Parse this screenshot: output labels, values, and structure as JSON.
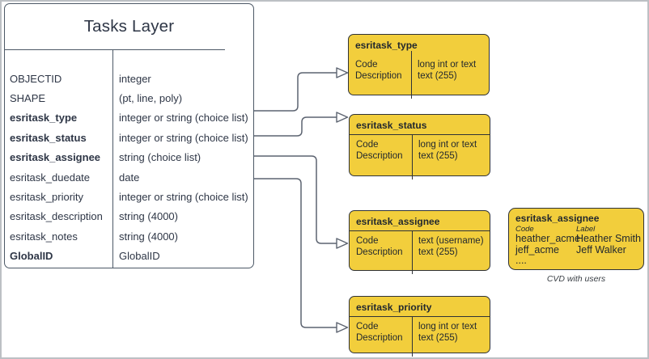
{
  "diagram": {
    "tasks_layer": {
      "title": "Tasks Layer",
      "rows": [
        {
          "field": "OBJECTID",
          "type": "integer"
        },
        {
          "field": "SHAPE",
          "type": "(pt, line, poly)"
        },
        {
          "field": "esritask_type",
          "type": "integer or string (choice list)"
        },
        {
          "field": "esritask_status",
          "type": "integer or string (choice list)"
        },
        {
          "field": "esritask_assignee",
          "type": "string (choice list)"
        },
        {
          "field": "esritask_duedate",
          "type": "date"
        },
        {
          "field": "esritask_priority",
          "type": "integer or string (choice list)"
        },
        {
          "field": "esritask_description",
          "type": "string (4000)"
        },
        {
          "field": "esritask_notes",
          "type": "string (4000)"
        },
        {
          "field": "GlobalID",
          "type": "GlobalID"
        }
      ]
    },
    "choice_boxes": [
      {
        "title": "esritask_type",
        "col1": [
          "Code",
          "Description"
        ],
        "col2": [
          "long int or text",
          "text (255)"
        ]
      },
      {
        "title": "esritask_status",
        "col1": [
          "Code",
          "Description"
        ],
        "col2": [
          "long int or text",
          "text (255)"
        ]
      },
      {
        "title": "esritask_assignee",
        "col1": [
          "Code",
          "Description"
        ],
        "col2": [
          "text  (username)",
          "text (255)"
        ]
      },
      {
        "title": "esritask_priority",
        "col1": [
          "Code",
          "Description"
        ],
        "col2": [
          "long int or text",
          "text (255)"
        ]
      }
    ],
    "cvd_box": {
      "title": "esritask_assignee",
      "headers": {
        "code": "Code",
        "label": "Label"
      },
      "rows": [
        {
          "code": "heather_acme",
          "label": "Heather Smith"
        },
        {
          "code": "jeff_acme",
          "label": "Jeff Walker"
        },
        {
          "code": "....",
          "label": ""
        }
      ],
      "caption": "CVD with users"
    },
    "colors": {
      "choice_box_fill": "#F2CE3C",
      "choice_box_border": "#2F3237",
      "table_border": "#4C5866",
      "connector": "#5C6370",
      "text": "#2E3646"
    }
  }
}
